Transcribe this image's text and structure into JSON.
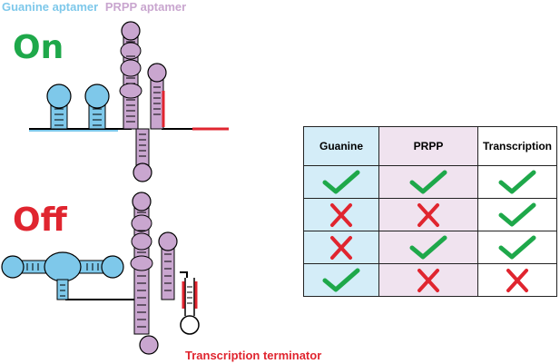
{
  "legend": {
    "guanine_label": "Guanine aptamer",
    "prpp_label": "PRPP aptamer"
  },
  "states": {
    "on": "On",
    "off": "Off"
  },
  "terminator_label": "Transcription terminator",
  "colors": {
    "guanine": "#7ec8ea",
    "prpp": "#c9a6cf",
    "on": "#1ea84a",
    "off": "#e0252f",
    "line": "#000000"
  },
  "table": {
    "headers": [
      "Guanine",
      "PRPP",
      "Transcription"
    ],
    "rows": [
      [
        "check-icon",
        "check-icon",
        "check-icon"
      ],
      [
        "cross-icon",
        "cross-icon",
        "check-icon"
      ],
      [
        "cross-icon",
        "check-icon",
        "check-icon"
      ],
      [
        "check-icon",
        "cross-icon",
        "cross-icon"
      ]
    ]
  }
}
